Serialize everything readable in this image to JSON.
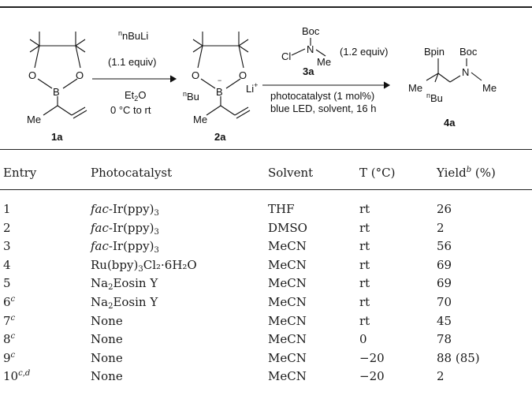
{
  "scheme": {
    "reagent1_top": "nBuLi",
    "reagent1_equiv": "(1.1 equiv)",
    "reagent1_solvent": "Et2O",
    "reagent1_temp": "0 °C to rt",
    "reagent2_boc": "Boc",
    "reagent2_cl": "Cl",
    "reagent2_n": "N",
    "reagent2_me": "Me",
    "reagent2_equiv": "(1.2 equiv)",
    "reagent2_label": "3a",
    "conditions_1": "photocatalyst (1 mol%)",
    "conditions_2": "blue LED, solvent, 16 h",
    "compound1_label": "1a",
    "compound2_label": "2a",
    "compound4_label": "4a"
  },
  "table": {
    "headers": {
      "entry": "Entry",
      "photocatalyst": "Photocatalyst",
      "solvent": "Solvent",
      "temp": "T (°C)",
      "yield": "Yield",
      "yield_sup": "b",
      "yield_unit": " (%)"
    },
    "rows": [
      {
        "entry": "1",
        "sup": "",
        "cat_italic": "fac",
        "cat": "-Ir(ppy)",
        "cat_sub": "3",
        "cat_tail": "",
        "solvent": "THF",
        "temp": "rt",
        "yield": "26"
      },
      {
        "entry": "2",
        "sup": "",
        "cat_italic": "fac",
        "cat": "-Ir(ppy)",
        "cat_sub": "3",
        "cat_tail": "",
        "solvent": "DMSO",
        "temp": "rt",
        "yield": "2"
      },
      {
        "entry": "3",
        "sup": "",
        "cat_italic": "fac",
        "cat": "-Ir(ppy)",
        "cat_sub": "3",
        "cat_tail": "",
        "solvent": "MeCN",
        "temp": "rt",
        "yield": "56"
      },
      {
        "entry": "4",
        "sup": "",
        "cat_italic": "",
        "cat": "Ru(bpy)",
        "cat_sub": "3",
        "cat_tail": "Cl₂·6H₂O",
        "solvent": "MeCN",
        "temp": "rt",
        "yield": "69"
      },
      {
        "entry": "5",
        "sup": "",
        "cat_italic": "",
        "cat": "Na",
        "cat_sub": "2",
        "cat_tail": "Eosin Y",
        "solvent": "MeCN",
        "temp": "rt",
        "yield": "69"
      },
      {
        "entry": "6",
        "sup": "c",
        "cat_italic": "",
        "cat": "Na",
        "cat_sub": "2",
        "cat_tail": "Eosin Y",
        "solvent": "MeCN",
        "temp": "rt",
        "yield": "70"
      },
      {
        "entry": "7",
        "sup": "c",
        "cat_italic": "",
        "cat": "None",
        "cat_sub": "",
        "cat_tail": "",
        "solvent": "MeCN",
        "temp": "rt",
        "yield": "45"
      },
      {
        "entry": "8",
        "sup": "c",
        "cat_italic": "",
        "cat": "None",
        "cat_sub": "",
        "cat_tail": "",
        "solvent": "MeCN",
        "temp": "0",
        "yield": "78"
      },
      {
        "entry": "9",
        "sup": "c",
        "cat_italic": "",
        "cat": "None",
        "cat_sub": "",
        "cat_tail": "",
        "solvent": "MeCN",
        "temp": "−20",
        "yield": "88 (85)"
      },
      {
        "entry": "10",
        "sup": "c,d",
        "cat_italic": "",
        "cat": "None",
        "cat_sub": "",
        "cat_tail": "",
        "solvent": "MeCN",
        "temp": "−20",
        "yield": "2"
      }
    ]
  }
}
